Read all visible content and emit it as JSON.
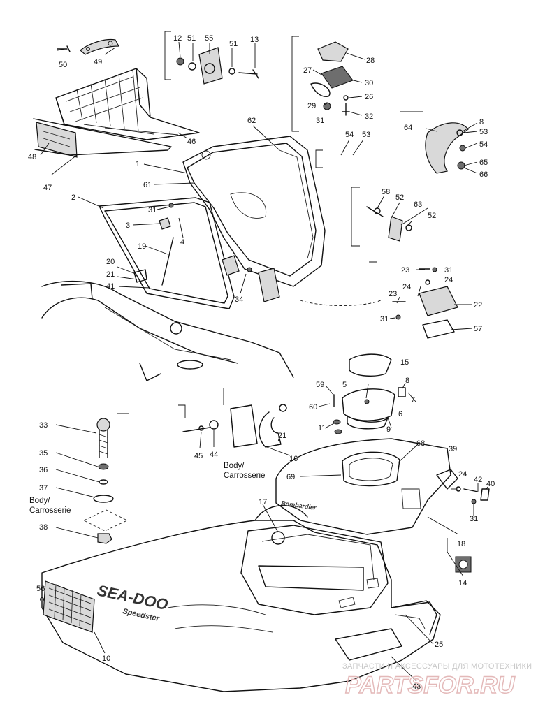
{
  "callouts": {
    "c50": "50",
    "c49": "49",
    "c12": "12",
    "c51a": "51",
    "c55": "55",
    "c51b": "51",
    "c13": "13",
    "c28": "28",
    "c27": "27",
    "c30": "30",
    "c26": "26",
    "c29": "29",
    "c31a": "31",
    "c32": "32",
    "c8a": "8",
    "c53a": "53",
    "c54a": "54",
    "c64": "64",
    "c65": "65",
    "c66": "66",
    "c62": "62",
    "c54b": "54",
    "c53b": "53",
    "c46": "46",
    "c48": "48",
    "c47": "47",
    "c1": "1",
    "c61": "61",
    "c2": "2",
    "c31b": "31",
    "c3": "3",
    "c4": "4",
    "c19": "19",
    "c58": "58",
    "c52a": "52",
    "c63": "63",
    "c52b": "52",
    "c20": "20",
    "c21a": "21",
    "c41": "41",
    "c34": "34",
    "c23a": "23",
    "c31c": "31",
    "c24a": "24",
    "c23b": "23",
    "c24b": "24",
    "c22": "22",
    "c31d": "31",
    "c57": "57",
    "c15": "15",
    "c59": "59",
    "c5": "5",
    "c8b": "8",
    "c7": "7",
    "c60": "60",
    "c6": "6",
    "c11": "11",
    "c9": "9",
    "c33": "33",
    "c21b": "21",
    "c35": "35",
    "c45": "45",
    "c44": "44",
    "c16": "16",
    "c36": "36",
    "c37": "37",
    "c38": "38",
    "c68": "68",
    "c39": "39",
    "c69": "69",
    "c17": "17",
    "c24c": "24",
    "c42": "42",
    "c40": "40",
    "c31e": "31",
    "c18": "18",
    "c14": "14",
    "c56": "56",
    "c10": "10",
    "c25": "25",
    "c43": "43"
  },
  "notes": {
    "body_fr_left_l1": "Body/",
    "body_fr_left_l2": "Carrosserie",
    "body_fr_center_l1": "Body/",
    "body_fr_center_l2": "Carrosserie"
  },
  "decals": {
    "hood_brand": "Bombardier",
    "deck_logo": "SEA-DOO",
    "deck_model": "Speedster"
  },
  "watermark": {
    "tagline": "ЗАПЧАСТИ И АКСЕССУАРЫ ДЛЯ МОТОТЕХНИКИ",
    "site": "PARTSFOR.RU"
  }
}
